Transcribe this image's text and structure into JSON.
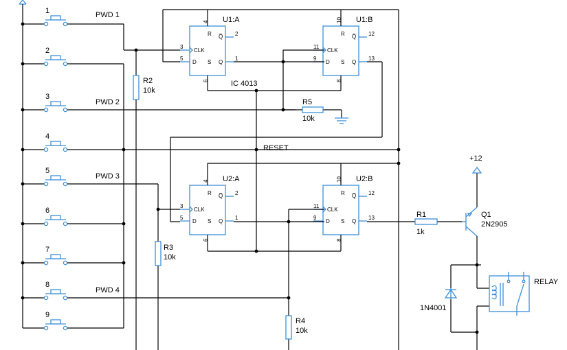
{
  "switches": [
    "1",
    "2",
    "3",
    "4",
    "5",
    "6",
    "7",
    "8",
    "9"
  ],
  "pwd_labels": [
    "PWD 1",
    "PWD 2",
    "PWD 3",
    "PWD 4"
  ],
  "resistors": {
    "r1": {
      "ref": "R1",
      "value": "1k"
    },
    "r2": {
      "ref": "R2",
      "value": "10k"
    },
    "r3": {
      "ref": "R3",
      "value": "10k"
    },
    "r4": {
      "ref": "R4",
      "value": "10k"
    },
    "r5": {
      "ref": "R5",
      "value": "10k"
    }
  },
  "flipflops": {
    "u1a": {
      "ref": "U1:A",
      "pins": {
        "top": "4",
        "q_bar": "2",
        "clk": "3",
        "d": "5",
        "q": "1",
        "bottom": "6"
      }
    },
    "u1b": {
      "ref": "U1:B",
      "pins": {
        "top": "10",
        "q_bar": "12",
        "clk": "11",
        "d": "9",
        "q": "13",
        "bottom": "8"
      }
    },
    "u2a": {
      "ref": "U2:A",
      "pins": {
        "top": "4",
        "q_bar": "2",
        "clk": "3",
        "d": "5",
        "q": "1",
        "bottom": "6"
      }
    },
    "u2b": {
      "ref": "U2:B",
      "pins": {
        "top": "10",
        "q_bar": "12",
        "clk": "11",
        "d": "9",
        "q": "13",
        "bottom": "8"
      }
    },
    "inner": {
      "r": "R",
      "q_bar": "Q̅",
      "clk": "CLK",
      "d": "D",
      "s": "S",
      "q": "Q"
    }
  },
  "ic_label": "IC 4013",
  "reset_label": "RESET",
  "transistor": {
    "ref": "Q1",
    "part": "2N2905"
  },
  "supply": "+12",
  "diode": "1N4001",
  "relay": "RELAY"
}
